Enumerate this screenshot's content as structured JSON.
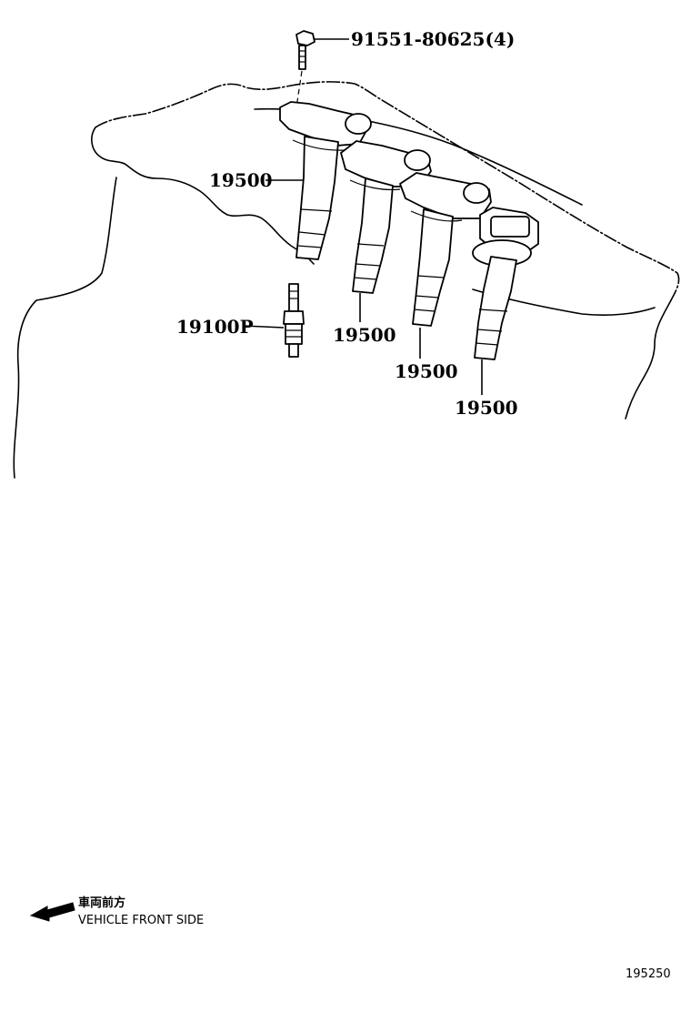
{
  "parts": {
    "bolt": "91551-80625(4)",
    "coil_1": "19500",
    "coil_2": "19500",
    "coil_3": "19500",
    "coil_4": "19500",
    "spark_plug": "19100P"
  },
  "direction": {
    "jp": "車両前方",
    "en": "VEHICLE FRONT SIDE"
  },
  "figure_number": "195250"
}
